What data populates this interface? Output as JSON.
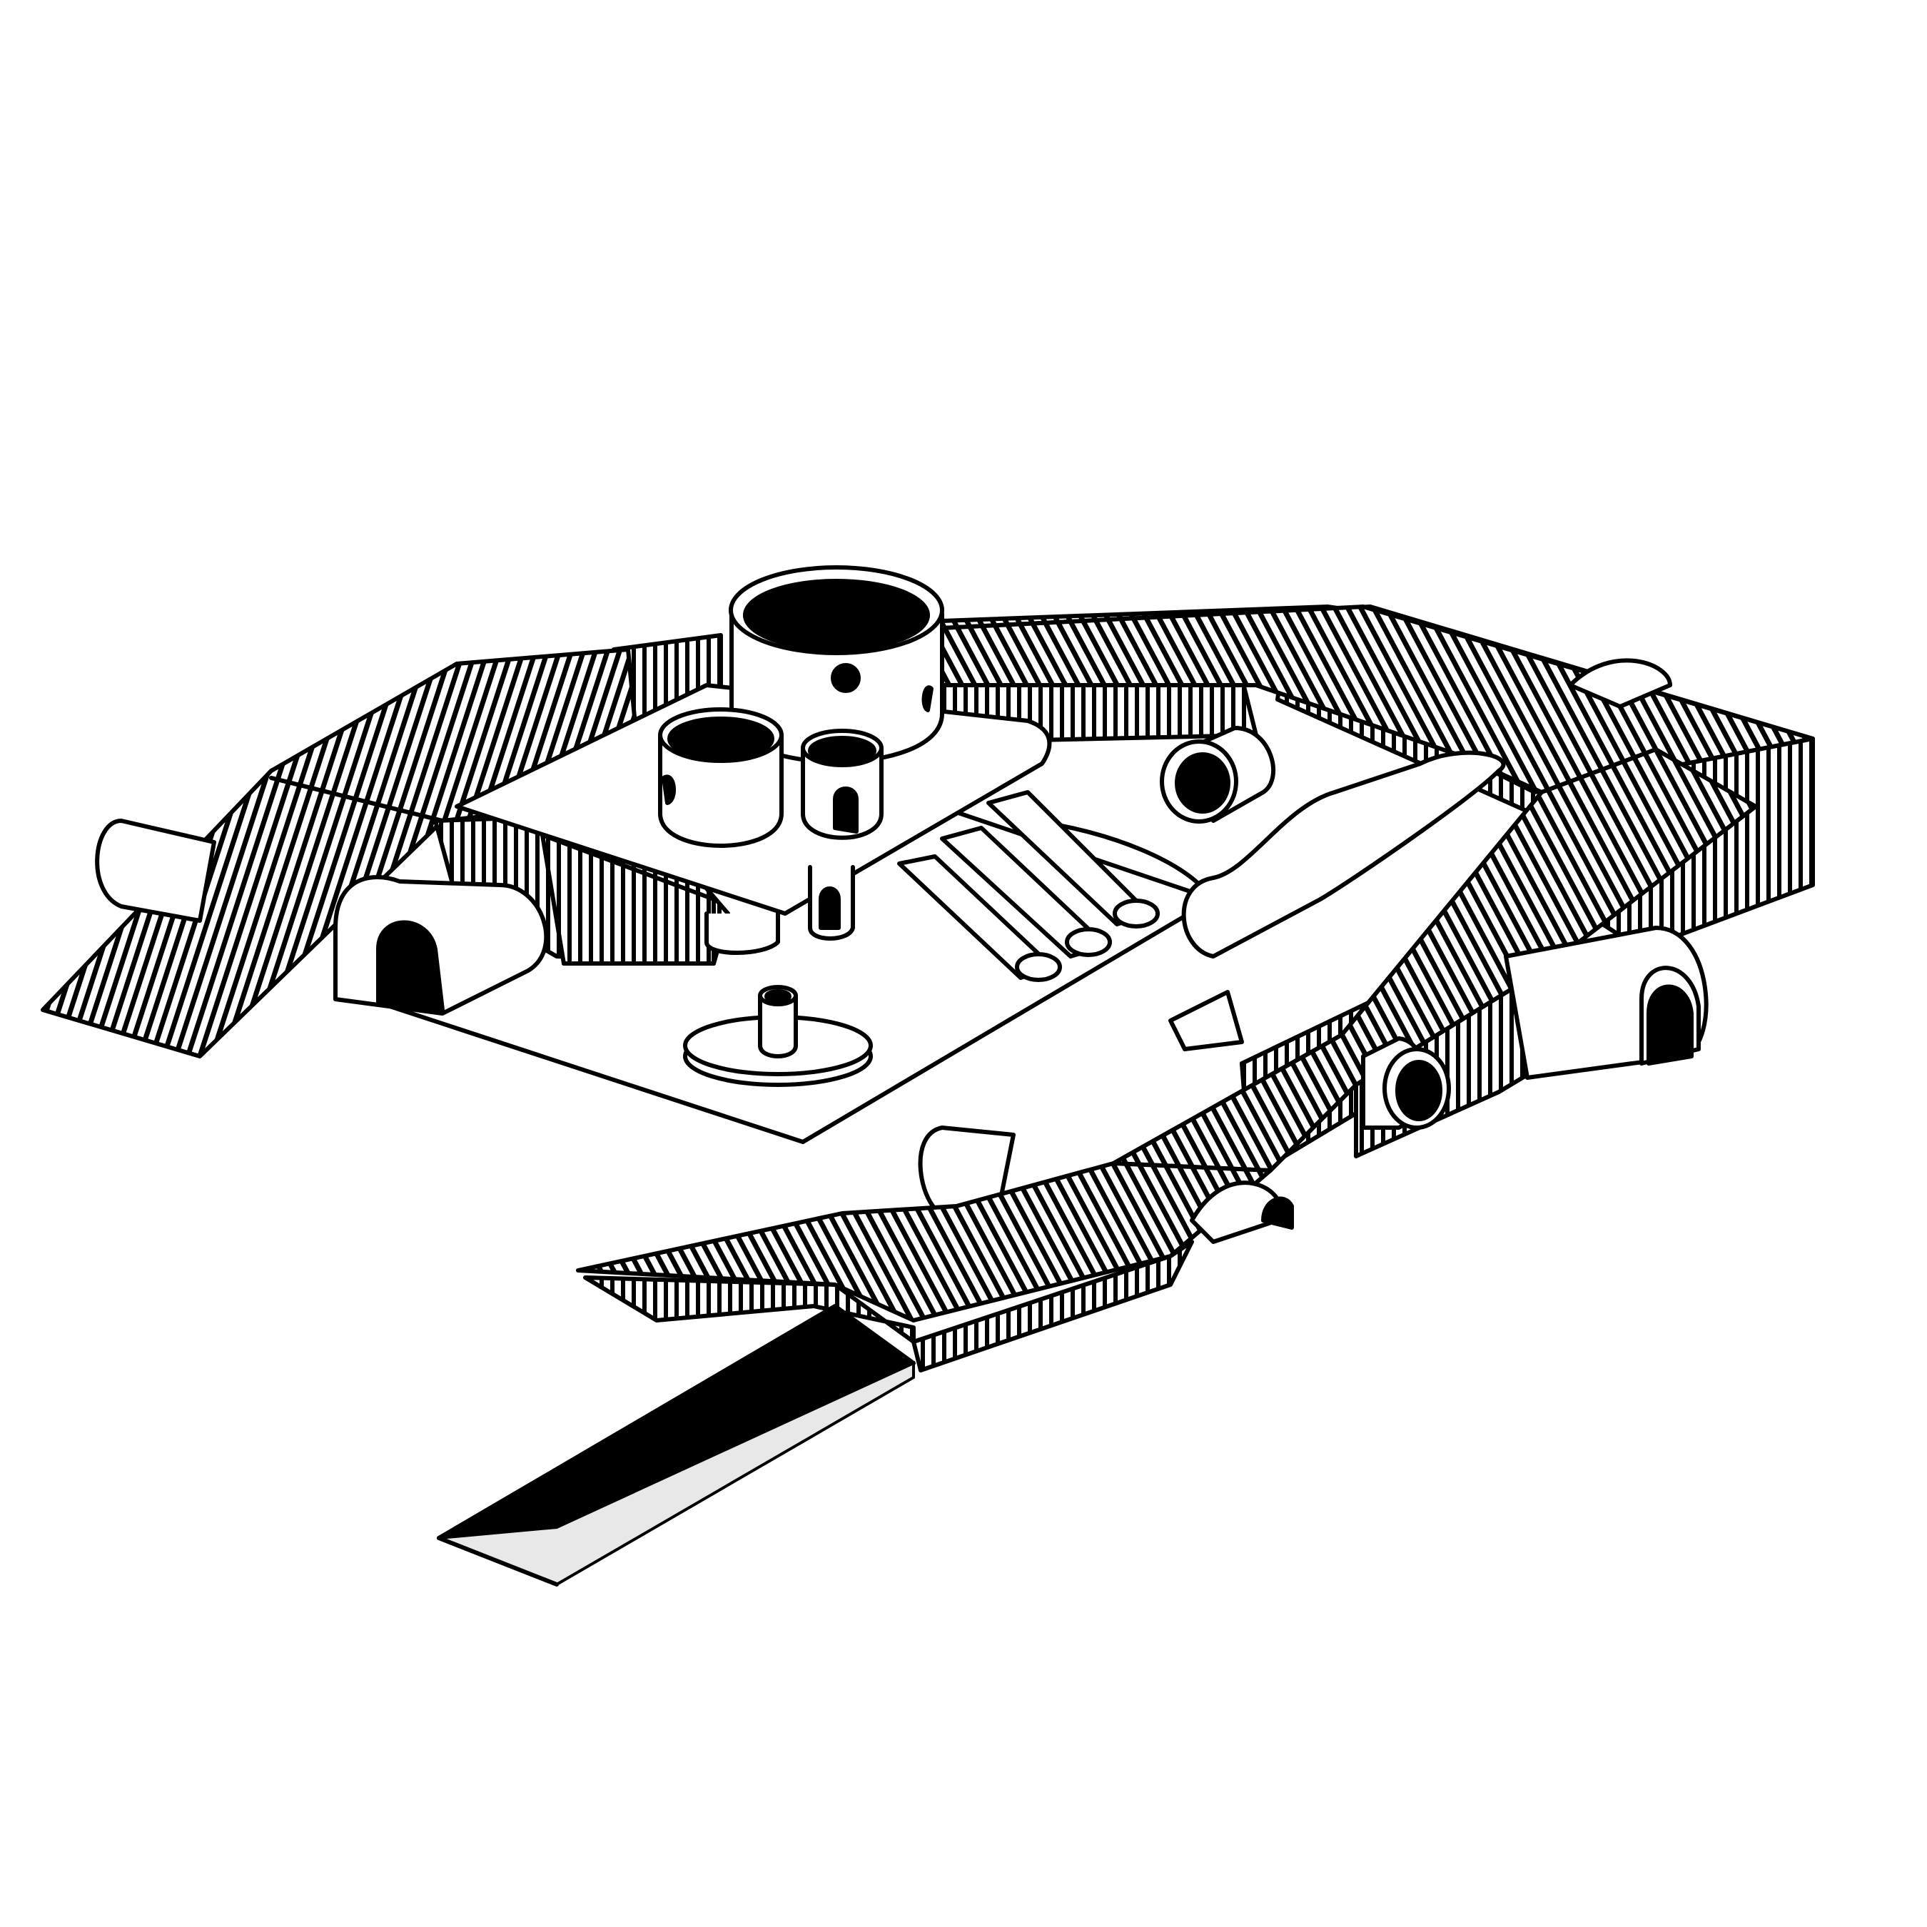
{
  "colors": {
    "background": "#ffffff",
    "ink": "#000000",
    "paper": "#ffffff",
    "shade": "#e8e8e8"
  },
  "illustration": {
    "style": "black-and-white line drawing",
    "elements": [
      "central-platform-with-cylinders",
      "slides",
      "left-ramp-with-tunnel",
      "back-ramp",
      "right-ramp-with-tunnels",
      "front-ramp-with-trench",
      "ground-plaza",
      "small-pedestal"
    ]
  }
}
